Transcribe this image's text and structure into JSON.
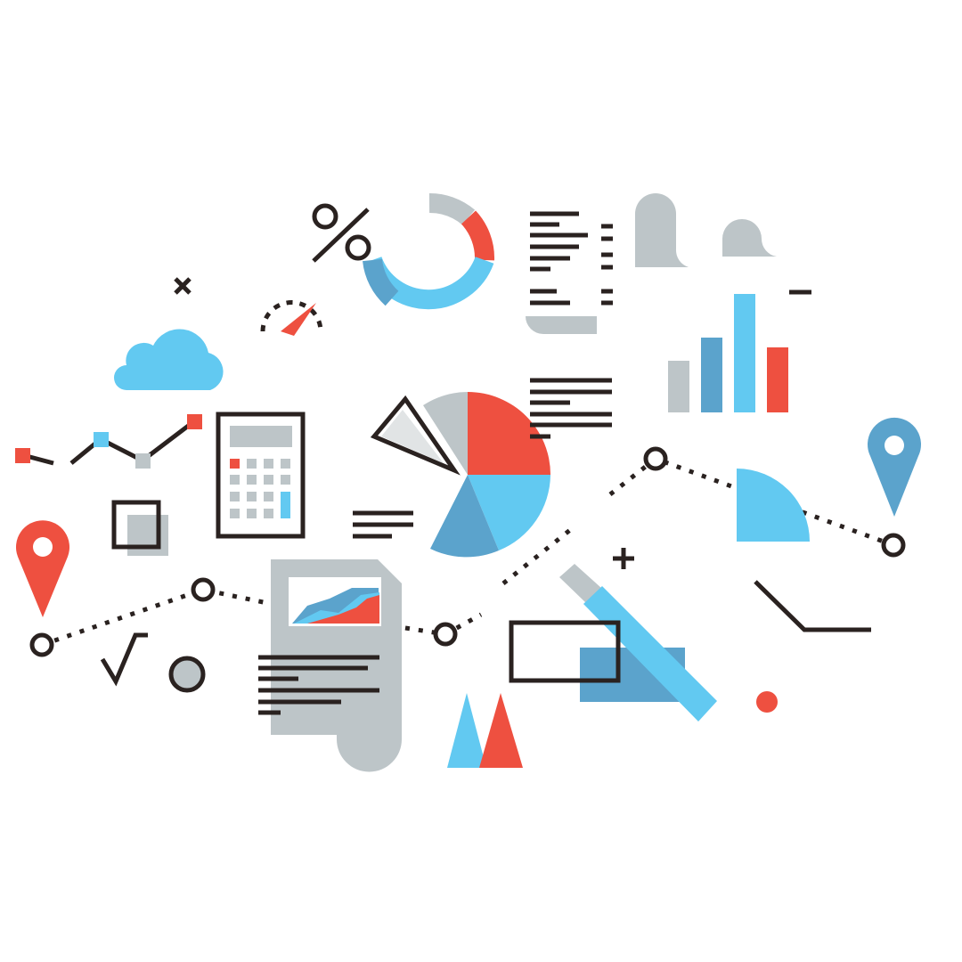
{
  "illustration": {
    "theme": "flat data analytics icon collage",
    "colors": {
      "red": "#EE5040",
      "light_blue": "#62C9F1",
      "mid_blue": "#5BA3CC",
      "gray": "#BDC5C8",
      "dark": "#2A2220",
      "background": "#FFFFFF"
    },
    "icons": [
      "percent-icon",
      "donut-chart-icon",
      "document-icon",
      "tombstone-shapes",
      "bar-chart-icon",
      "gauge-icon",
      "cloud-icon",
      "line-chart-icon",
      "calculator-icon",
      "pie-chart-icon",
      "map-pin-icon",
      "report-document-icon",
      "pencil-icon",
      "triangles-icon",
      "square-root-icon",
      "quarter-circle-icon"
    ],
    "bar_chart_levels": [
      0.43,
      0.63,
      1.0,
      0.55
    ],
    "donut_segments": {
      "gray": 0.12,
      "red": 0.15,
      "light_blue": 0.53,
      "mid_blue": 0.2
    }
  }
}
